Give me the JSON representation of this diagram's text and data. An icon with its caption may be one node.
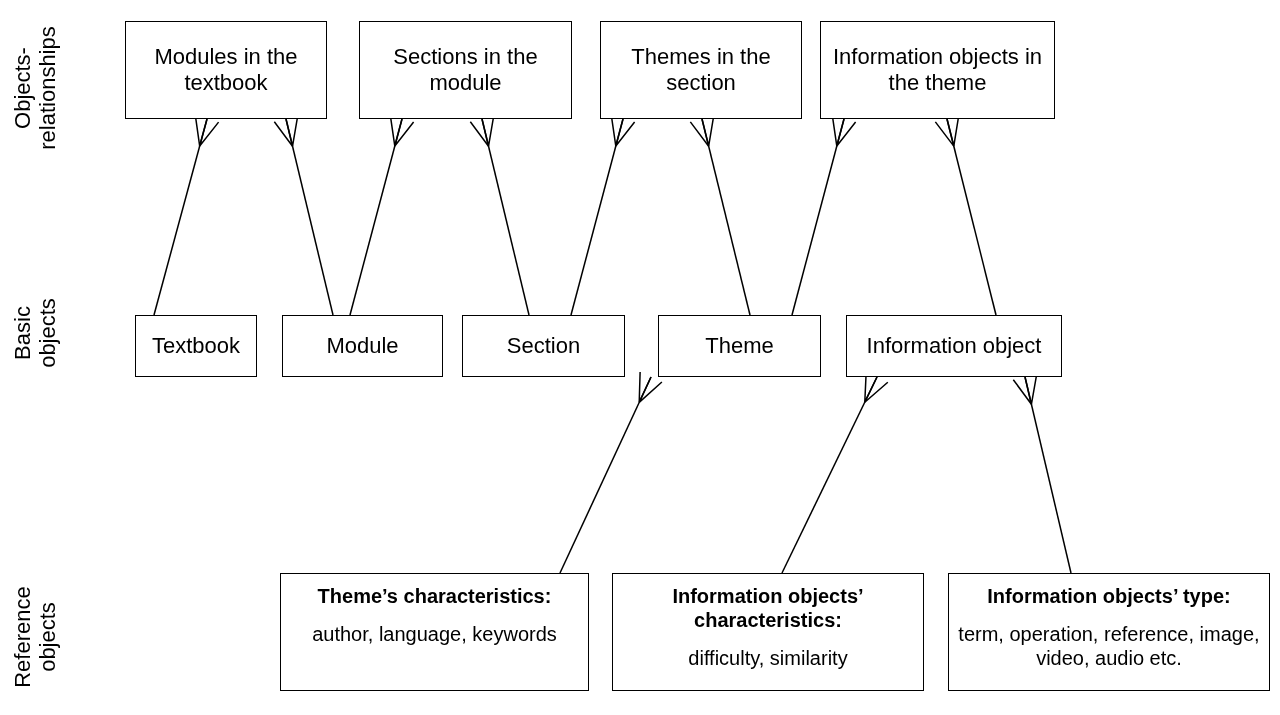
{
  "diagram": {
    "nodes": [
      {
        "text": [
          "Modules in the textbook"
        ]
      },
      {
        "text": [
          "Sections in the module"
        ]
      },
      {
        "text": [
          "Themes in the section"
        ]
      },
      {
        "text": [
          "Information objects in the theme"
        ]
      },
      {
        "text": [
          "Textbook"
        ]
      },
      {
        "text": [
          "Module"
        ]
      },
      {
        "text": [
          "Section"
        ]
      },
      {
        "text": [
          "Theme"
        ]
      },
      {
        "text": [
          "Information object"
        ]
      },
      {
        "text": [
          "Theme’s characteristics:",
          "author, language, keywords"
        ]
      },
      {
        "text": [
          "Information objects’ characteristics:",
          "difficulty, similarity"
        ]
      },
      {
        "text": [
          "Information objects’ type:",
          "term, operation, reference, image, video, audio etc."
        ]
      }
    ],
    "edges": [
      {
        "from": 4,
        "to": 0,
        "arrow": "other"
      },
      {
        "from": 5,
        "to": 0,
        "arrow": "other"
      },
      {
        "from": 5,
        "to": 1,
        "arrow": "other"
      },
      {
        "from": 6,
        "to": 1,
        "arrow": "other"
      },
      {
        "from": 6,
        "to": 2,
        "arrow": "other"
      },
      {
        "from": 7,
        "to": 2,
        "arrow": "other"
      },
      {
        "from": 7,
        "to": 3,
        "arrow": "other"
      },
      {
        "from": 8,
        "to": 3,
        "arrow": "other"
      },
      {
        "from": 9,
        "to": 7,
        "arrow": "other"
      },
      {
        "from": 10,
        "to": 8,
        "arrow": "other"
      },
      {
        "from": 11,
        "to": 8,
        "arrow": "other"
      }
    ],
    "labels": [
      "Objects-relationships",
      "Basic objects",
      "Reference objects"
    ]
  }
}
